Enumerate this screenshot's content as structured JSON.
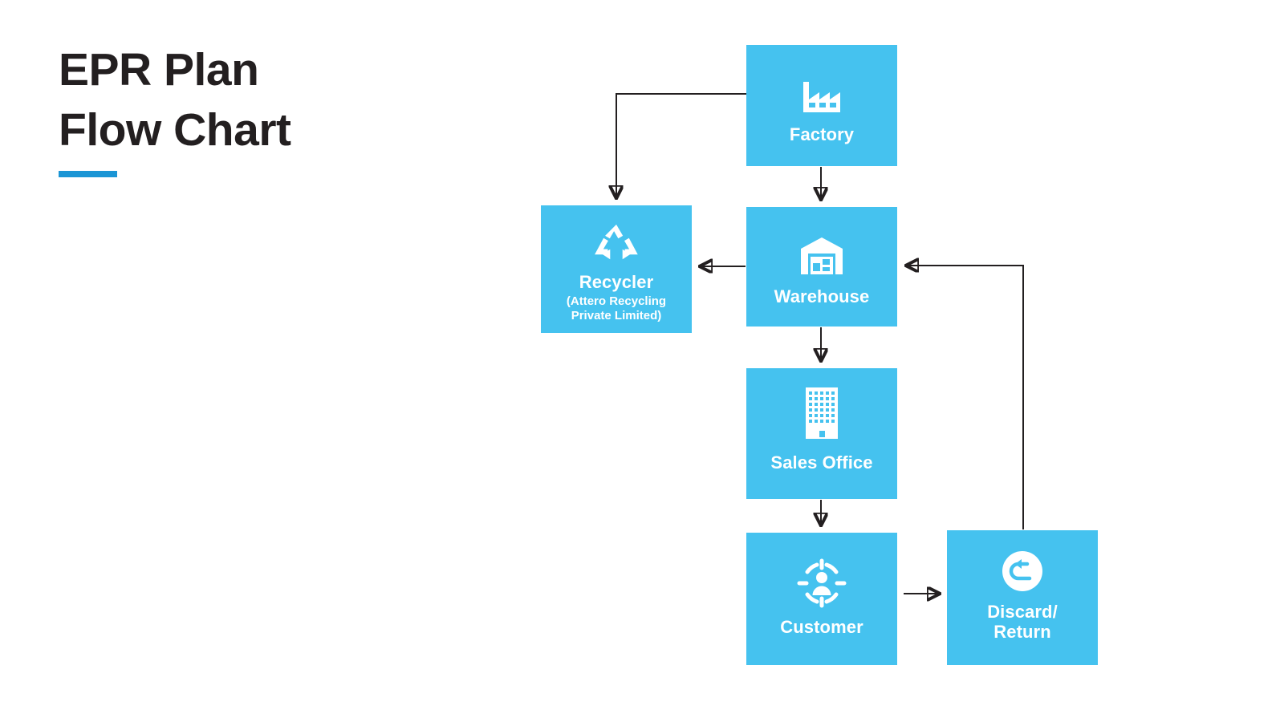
{
  "title": {
    "line1": "EPR Plan",
    "line2": "Flow Chart",
    "accent_color": "#1b95d5"
  },
  "theme": {
    "node_fill": "#45c2ef",
    "node_text": "#ffffff",
    "connector_color": "#231f20",
    "background": "#ffffff",
    "title_color": "#231f20"
  },
  "chart_data": {
    "type": "diagram",
    "title": "EPR Plan Flow Chart",
    "nodes": [
      {
        "id": "factory",
        "label": "Factory",
        "sub": "",
        "icon": "factory-icon"
      },
      {
        "id": "recycler",
        "label": "Recycler",
        "sub": "(Attero Recycling\nPrivate Limited)",
        "icon": "recycle-icon"
      },
      {
        "id": "warehouse",
        "label": "Warehouse",
        "sub": "",
        "icon": "warehouse-icon"
      },
      {
        "id": "sales",
        "label": "Sales Office",
        "sub": "",
        "icon": "office-building-icon"
      },
      {
        "id": "customer",
        "label": "Customer",
        "sub": "",
        "icon": "customer-target-icon"
      },
      {
        "id": "discard",
        "label": "Discard/\nReturn",
        "sub": "",
        "icon": "return-arrow-icon"
      }
    ],
    "edges": [
      {
        "from": "factory",
        "to": "recycler",
        "style": "elbow-left-down"
      },
      {
        "from": "factory",
        "to": "warehouse",
        "style": "straight-down"
      },
      {
        "from": "warehouse",
        "to": "recycler",
        "style": "straight-left"
      },
      {
        "from": "warehouse",
        "to": "sales",
        "style": "straight-down"
      },
      {
        "from": "sales",
        "to": "customer",
        "style": "straight-down"
      },
      {
        "from": "customer",
        "to": "discard",
        "style": "straight-right"
      },
      {
        "from": "discard",
        "to": "warehouse",
        "style": "elbow-up-left"
      }
    ]
  }
}
